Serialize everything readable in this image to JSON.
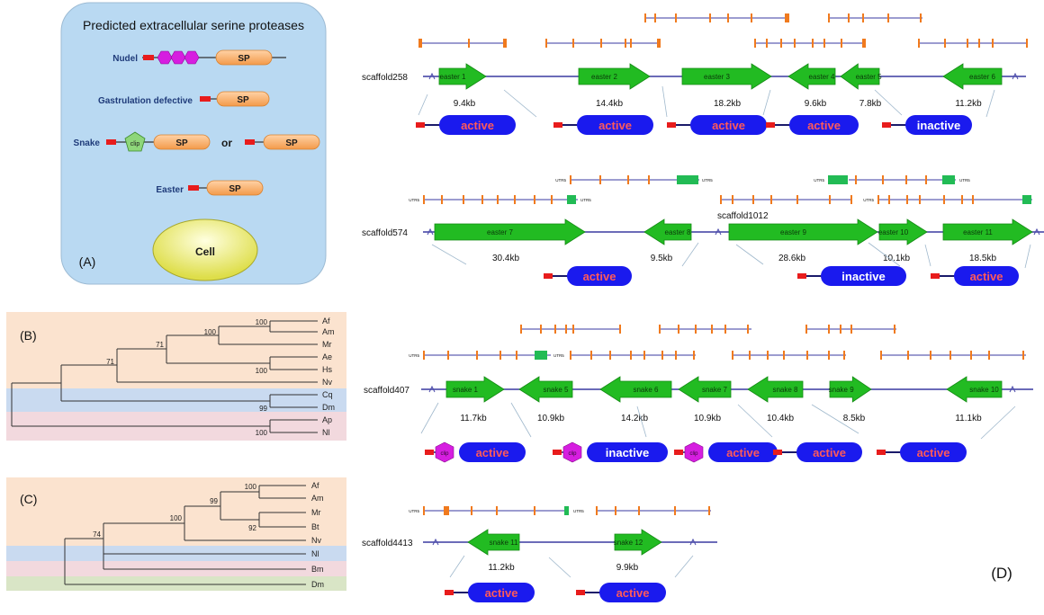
{
  "panelA": {
    "label": "(A)",
    "title": "Predicted extracellular serine proteases",
    "nudel_label": "Nudel",
    "gd_label": "Gastrulation defective",
    "snake_label": "Snake",
    "easter_label": "Easter",
    "sp_label": "SP",
    "clip_label": "clip",
    "or_label": "or",
    "cell_label": "Cell"
  },
  "panelB": {
    "label": "(B)",
    "taxa": [
      "Af",
      "Am",
      "Mr",
      "Ae",
      "Hs",
      "Nv",
      "Cq",
      "Dm",
      "Ap",
      "Nl"
    ],
    "bootstraps": [
      "100",
      "100",
      "71",
      "71",
      "100",
      "99",
      "100"
    ]
  },
  "panelC": {
    "label": "(C)",
    "taxa": [
      "Af",
      "Am",
      "Mr",
      "Bt",
      "Nv",
      "Nl",
      "Bm",
      "Dm"
    ],
    "bootstraps": [
      "100",
      "99",
      "100",
      "92",
      "74"
    ]
  },
  "panelD": {
    "label": "(D)",
    "utr_label": "UTR5",
    "scaffolds": {
      "s258": "scaffold258",
      "s574": "scaffold574",
      "s1012": "scaffold1012",
      "s407": "scaffold407",
      "s4413": "scaffold4413"
    },
    "genes": [
      "easter 1",
      "easter 2",
      "easter 3",
      "easter 4",
      "easter 5",
      "easter 6",
      "easter 7",
      "easter 8",
      "easter 9",
      "easter 10",
      "easter 11",
      "snake 1",
      "snake 5",
      "snake 6",
      "snake 7",
      "snake 8",
      "snake 9",
      "snake 10",
      "snake 11",
      "snake 12"
    ],
    "sizes": [
      "9.4kb",
      "14.4kb",
      "18.2kb",
      "9.6kb",
      "7.8kb",
      "11.2kb",
      "30.4kb",
      "9.5kb",
      "28.6kb",
      "10.1kb",
      "18.5kb",
      "11.7kb",
      "10.9kb",
      "14.2kb",
      "10.9kb",
      "10.4kb",
      "8.5kb",
      "11.1kb",
      "11.2kb",
      "9.9kb"
    ],
    "status": [
      "active",
      "active",
      "active",
      "active",
      "inactive",
      "active",
      "inactive",
      "active",
      "active",
      "inactive",
      "active",
      "active",
      "active",
      "active",
      "active"
    ],
    "clip_label": "clip"
  },
  "colors": {
    "panelA_bg": "#b9d9f2",
    "gene_arrow": "#22bb22",
    "status_pill": "#1a1aee",
    "status_text_active": "#ff5a5a",
    "status_text_inactive": "#ffffff",
    "exon_mark": "#f07a1e",
    "scaffold_line": "#3a3aa0",
    "band_peach": "#fbe3cf",
    "band_blue": "#c9daf0",
    "band_pink": "#f2d9de",
    "band_green": "#d9e5c6"
  }
}
